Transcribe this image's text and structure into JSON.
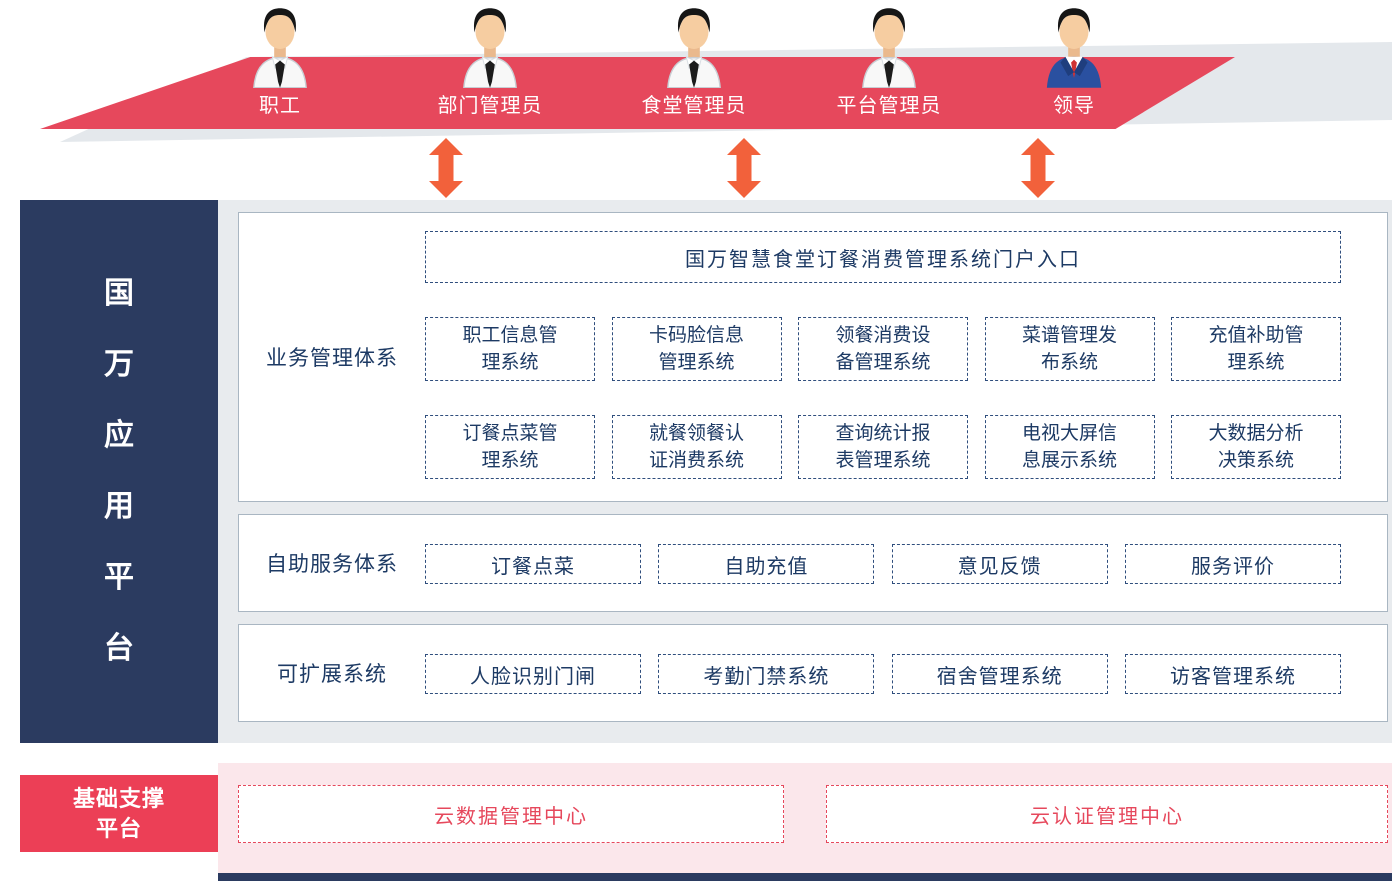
{
  "banner": {
    "roles": [
      {
        "label": "职工"
      },
      {
        "label": "部门管理员"
      },
      {
        "label": "食堂管理员"
      },
      {
        "label": "平台管理员"
      },
      {
        "label": "领导"
      }
    ]
  },
  "platform": {
    "title": "国万应用平台",
    "chars": [
      "国",
      "万",
      "应",
      "用",
      "平",
      "台"
    ]
  },
  "sections": [
    {
      "label": "业务管理体系",
      "portal": "国万智慧食堂订餐消费管理系统门户入口",
      "rows": [
        [
          "职工信息管\n理系统",
          "卡码脸信息\n管理系统",
          "领餐消费设\n备管理系统",
          "菜谱管理发\n布系统",
          "充值补助管\n理系统"
        ],
        [
          "订餐点菜管\n理系统",
          "就餐领餐认\n证消费系统",
          "查询统计报\n表管理系统",
          "电视大屏信\n息展示系统",
          "大数据分析\n决策系统"
        ]
      ]
    },
    {
      "label": "自助服务体系",
      "items": [
        "订餐点菜",
        "自助充值",
        "意见反馈",
        "服务评价"
      ]
    },
    {
      "label": "可扩展系统",
      "items": [
        "人脸识别门闸",
        "考勤门禁系统",
        "宿舍管理系统",
        "访客管理系统"
      ]
    }
  ],
  "foundation": {
    "label": "基础支撑\n平台",
    "items": [
      "云数据管理中心",
      "云认证管理中心"
    ]
  },
  "colors": {
    "banner-red": "#e6485c",
    "foundation-red": "#ec3f56",
    "pink-bg": "#fbe7eb",
    "navy": "#2b3b60",
    "orange-arrow": "#f2613b",
    "box-text": "#1d3a64",
    "content-bg": "#e8ebee"
  }
}
